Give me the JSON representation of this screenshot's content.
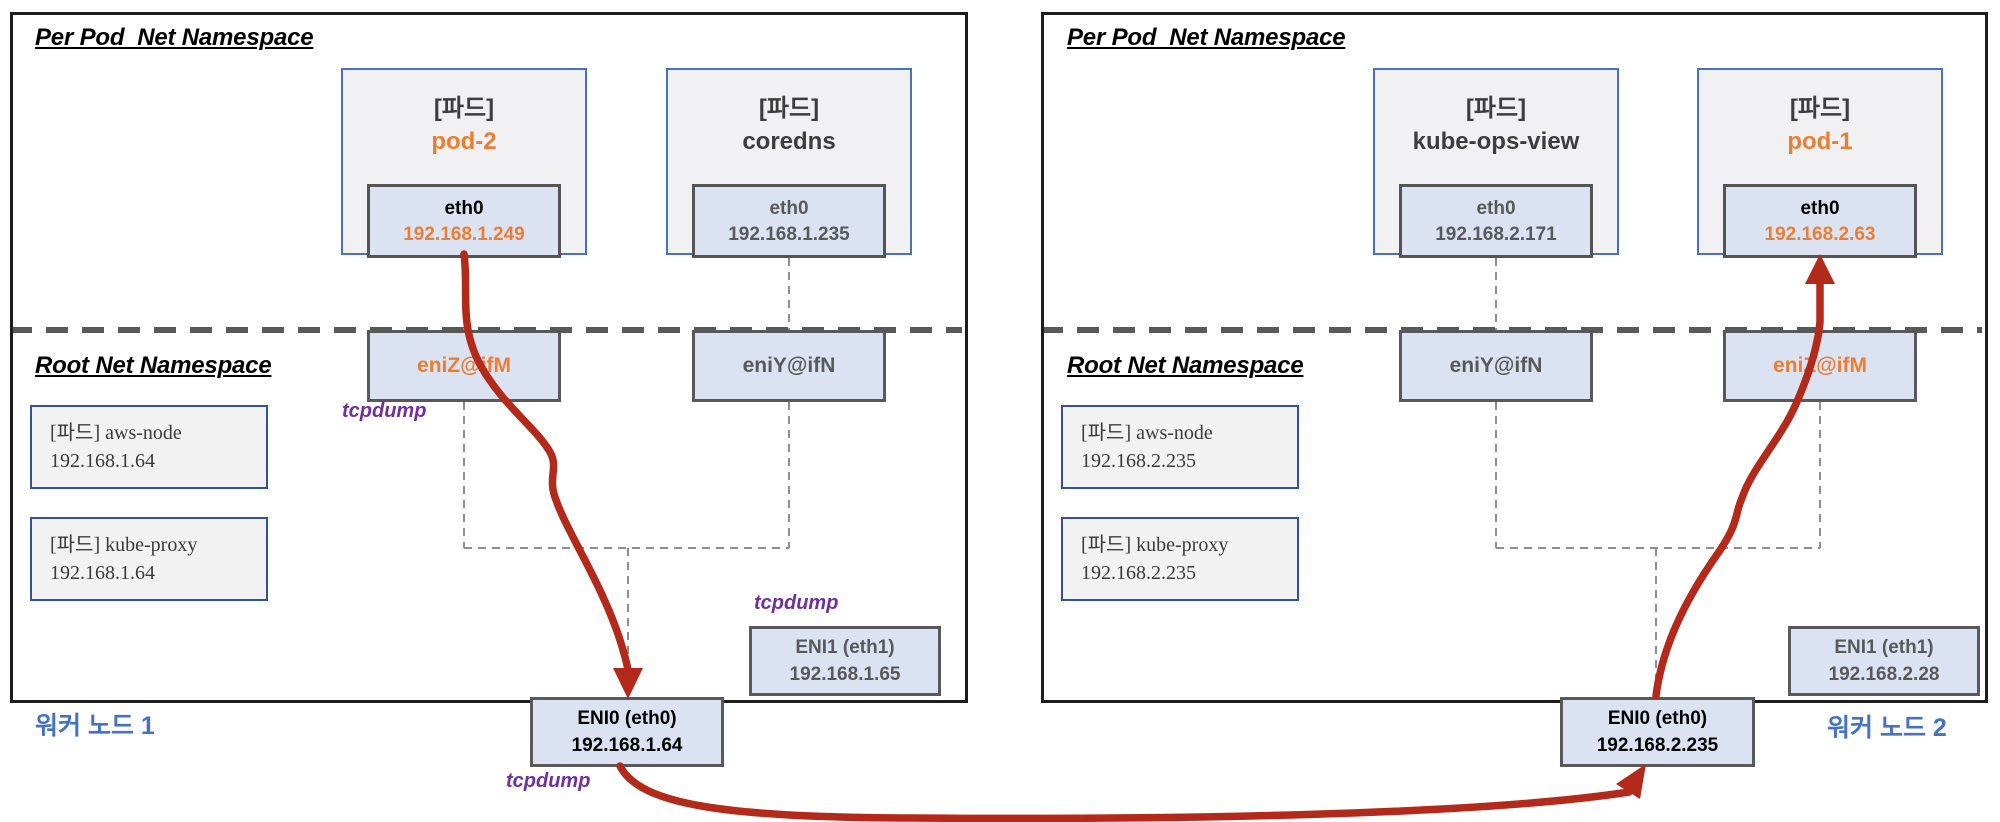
{
  "colors": {
    "arrow_red": "#b3291a",
    "highlight_orange": "#ed7d31",
    "tcpdump_purple": "#7030a0",
    "worker_label_blue": "#4472c4",
    "iface_box_bg": "#dbe3f3",
    "pod_box_bg": "#f1f1f3"
  },
  "nodes": [
    {
      "node_label": "워커 노드 1",
      "per_pod_header": "Per Pod  Net Namespace",
      "root_header": "Root Net Namespace",
      "pods": [
        {
          "tag": "[파드]",
          "name": "pod-2",
          "iface": "eth0",
          "ip": "192.168.1.249"
        },
        {
          "tag": "[파드]",
          "name": "coredns",
          "iface": "eth0",
          "ip": "192.168.1.235"
        }
      ],
      "veths": [
        {
          "label": "eniZ@ifM"
        },
        {
          "label": "eniY@ifN"
        }
      ],
      "host_pods": [
        {
          "line1": "[파드] aws-node",
          "line2": "192.168.1.64"
        },
        {
          "line1": "[파드] kube-proxy",
          "line2": "192.168.1.64"
        }
      ],
      "eni0": {
        "label": "ENI0 (eth0)",
        "ip": "192.168.1.64"
      },
      "eni1": {
        "label": "ENI1 (eth1)",
        "ip": "192.168.1.65"
      },
      "tcpdump_labels": [
        "tcpdump",
        "tcpdump",
        "tcpdump"
      ]
    },
    {
      "node_label": "워커 노드 2",
      "per_pod_header": "Per Pod  Net Namespace",
      "root_header": "Root Net Namespace",
      "pods": [
        {
          "tag": "[파드]",
          "name": "kube-ops-view",
          "iface": "eth0",
          "ip": "192.168.2.171"
        },
        {
          "tag": "[파드]",
          "name": "pod-1",
          "iface": "eth0",
          "ip": "192.168.2.63"
        }
      ],
      "veths": [
        {
          "label": "eniY@ifN"
        },
        {
          "label": "eniZ@ifM"
        }
      ],
      "host_pods": [
        {
          "line1": "[파드] aws-node",
          "line2": "192.168.2.235"
        },
        {
          "line1": "[파드] kube-proxy",
          "line2": "192.168.2.235"
        }
      ],
      "eni0": {
        "label": "ENI0 (eth0)",
        "ip": "192.168.2.235"
      },
      "eni1": {
        "label": "ENI1 (eth1)",
        "ip": "192.168.2.28"
      }
    }
  ]
}
